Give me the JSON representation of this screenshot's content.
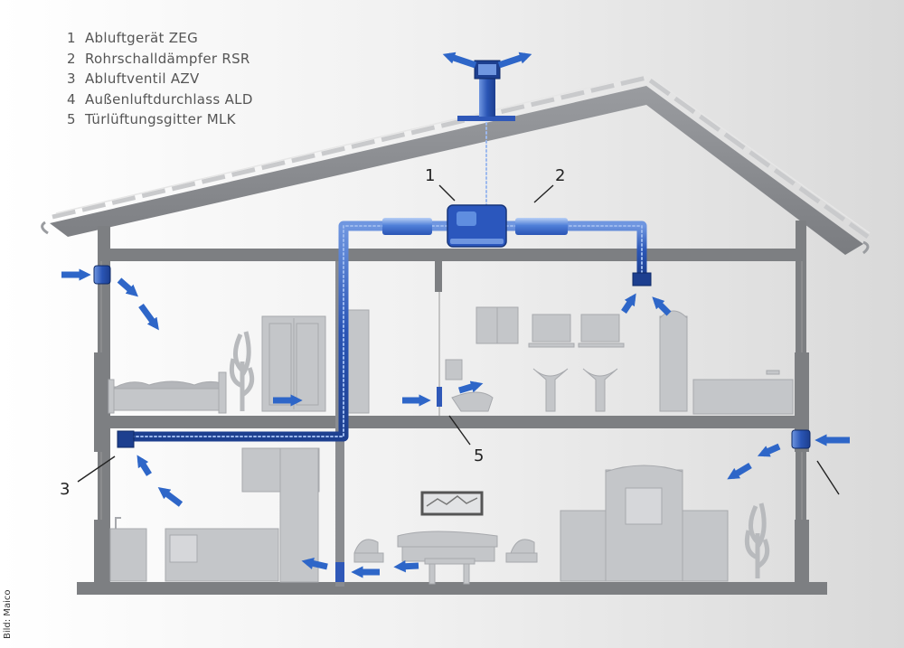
{
  "legend": {
    "items": [
      {
        "num": "1",
        "label": "Abluftgerät ZEG"
      },
      {
        "num": "2",
        "label": "Rohrschalldämpfer RSR"
      },
      {
        "num": "3",
        "label": "Abluftventil AZV"
      },
      {
        "num": "4",
        "label": "Außenluftdurchlass ALD"
      },
      {
        "num": "5",
        "label": "Türlüftungsgitter MLK"
      }
    ]
  },
  "callouts": {
    "c1": "1",
    "c2": "2",
    "c3": "3",
    "c5": "5"
  },
  "credit": "Bild: Maico",
  "colors": {
    "wall": "#7d7f82",
    "furniture": "#b9bbbf",
    "duct": "#2f58b8",
    "arrow": "#2e66c8"
  }
}
